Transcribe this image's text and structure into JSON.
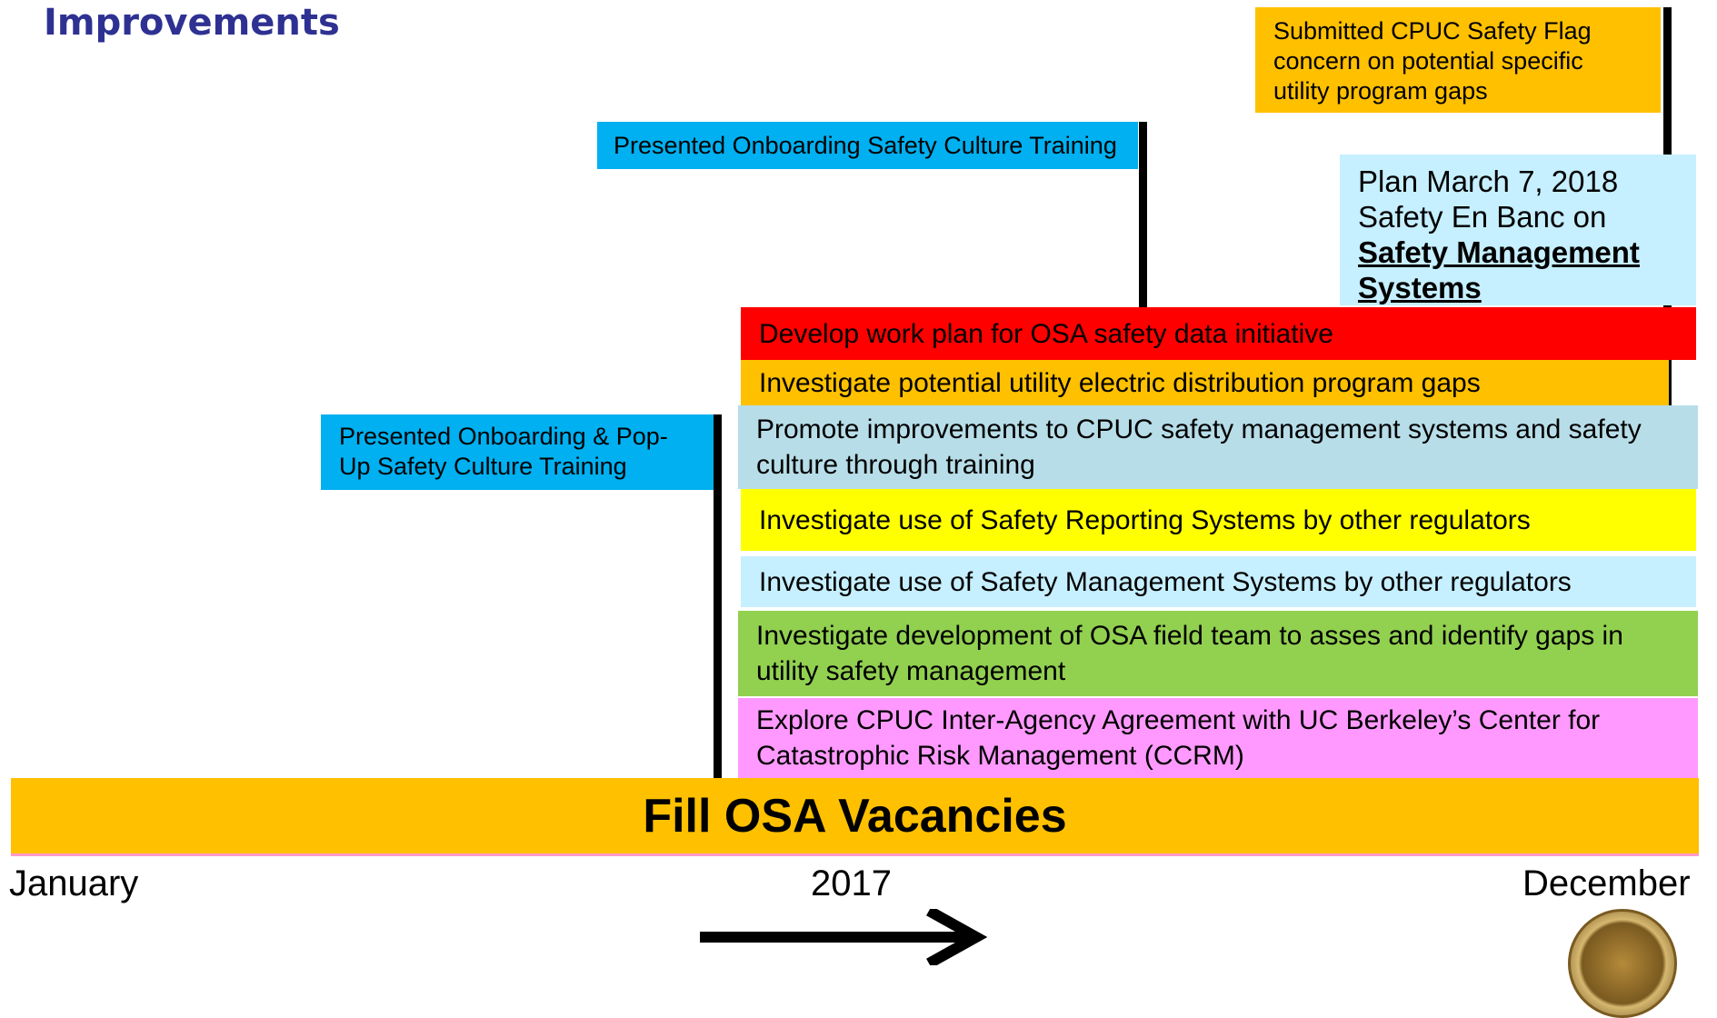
{
  "title": "Improvements",
  "items": {
    "safety_flag": "Submitted CPUC Safety Flag concern on potential specific utility program gaps",
    "onboarding_training": "Presented Onboarding Safety Culture Training",
    "plan_en_banc_prefix": "Plan March 7, 2018 Safety En Banc on",
    "plan_en_banc_emphasis": "Safety Management Systems",
    "popup_training": "Presented Onboarding & Pop-Up Safety Culture Training",
    "work_plan": "Develop work plan for OSA safety data initiative",
    "investigate_distribution": "Investigate potential utility electric distribution program gaps",
    "promote_improvements": "Promote improvements to CPUC safety management systems and safety culture through training",
    "reporting_systems": "Investigate use of Safety Reporting Systems by other regulators",
    "management_systems": "Investigate use of Safety Management Systems by other regulators",
    "field_team": "Investigate development of OSA field team to asses and identify gaps in utility safety management",
    "inter_agency": "Explore CPUC Inter-Agency Agreement with UC Berkeley’s Center for Catastrophic Risk Management (CCRM)",
    "fill_vacancies": "Fill OSA Vacancies"
  },
  "axis": {
    "start": "January",
    "year": "2017",
    "end": "December"
  },
  "colors": {
    "title": "#2e3192",
    "orange": "#ffc000",
    "blue": "#00b0f0",
    "light_blue": "#c6efff",
    "red": "#ff0000",
    "gray_blue": "#b7dde8",
    "yellow": "#ffff00",
    "green": "#92d050",
    "pink": "#ff99ff"
  },
  "icons": {
    "arrow": "right-arrow-icon",
    "seal": "cpuc-seal-icon"
  }
}
